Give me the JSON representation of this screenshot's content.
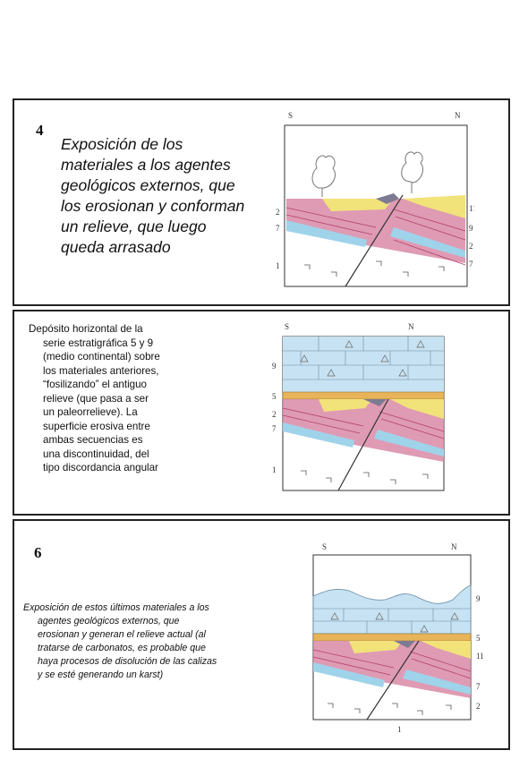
{
  "panels": [
    {
      "number": "4",
      "text": "Exposición de los materiales a los agentes geológicos externos, que los erosionan y conforman un relieve, que luego queda arrasado",
      "diagram_labels": {
        "south": "S",
        "north": "N",
        "left": [
          "2",
          "7",
          "1"
        ],
        "right": [
          "11",
          "9",
          "2",
          "7"
        ]
      }
    },
    {
      "lines": [
        "Depósito horizontal de la",
        "serie estratigráfica 5 y 9",
        "(medio continental) sobre",
        "los materiales anteriores,",
        "“fosilizando” el antiguo",
        "relieve (que pasa a ser",
        "un paleorrelieve). La",
        "superficie erosiva entre",
        "ambas secuencias es",
        "una discontinuidad, del",
        "tipo discordancia angular"
      ],
      "diagram_labels": {
        "south": "S",
        "north": "N",
        "left": [
          "9",
          "5",
          "2",
          "7",
          "1"
        ]
      }
    },
    {
      "number": "6",
      "lines": [
        "Exposición de estos últimos materiales a los",
        "agentes geológicos externos, que",
        "erosionan y generan el relieve actual (al",
        "tratarse de carbonatos, es probable que",
        "haya procesos de disolución de las calizas",
        "y se esté generando un karst)"
      ],
      "diagram_labels": {
        "south": "S",
        "north": "N",
        "right": [
          "9",
          "5",
          "11",
          "7",
          "2"
        ],
        "bottom": "1"
      }
    }
  ],
  "colors": {
    "pink": "#d98aa6",
    "pink_line": "#b3406a",
    "blue": "#9fd3ea",
    "yellow": "#f2e27a",
    "orange": "#e8b45a",
    "grey": "#7d7b92",
    "limestone": "#c7e2f2"
  }
}
